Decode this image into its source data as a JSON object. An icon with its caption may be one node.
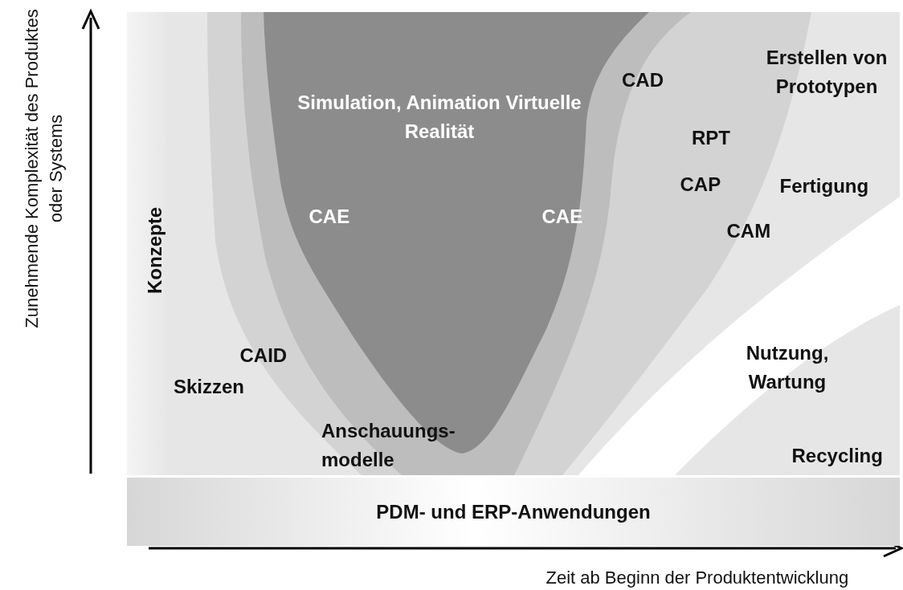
{
  "diagram": {
    "nodes": [
      {
        "text": [
          "PDM- und ERP-Anwendungen"
        ]
      }
    ],
    "labels": [
      "Zunehmende Komplexität des Produktes oder Systems",
      "Simulation, Animation Virtuelle Realität",
      "CAD",
      "Erstellen von Prototypen",
      "RPT",
      "CAE",
      "CAE",
      "CAP",
      "Fertigung",
      "CAM",
      "Konzepte",
      "Nutzung, Wartung",
      "CAID",
      "Skizzen",
      "Anschauungs- modelle",
      "Recycling",
      "Zeit ab Beginn der Produktentwicklung"
    ]
  }
}
